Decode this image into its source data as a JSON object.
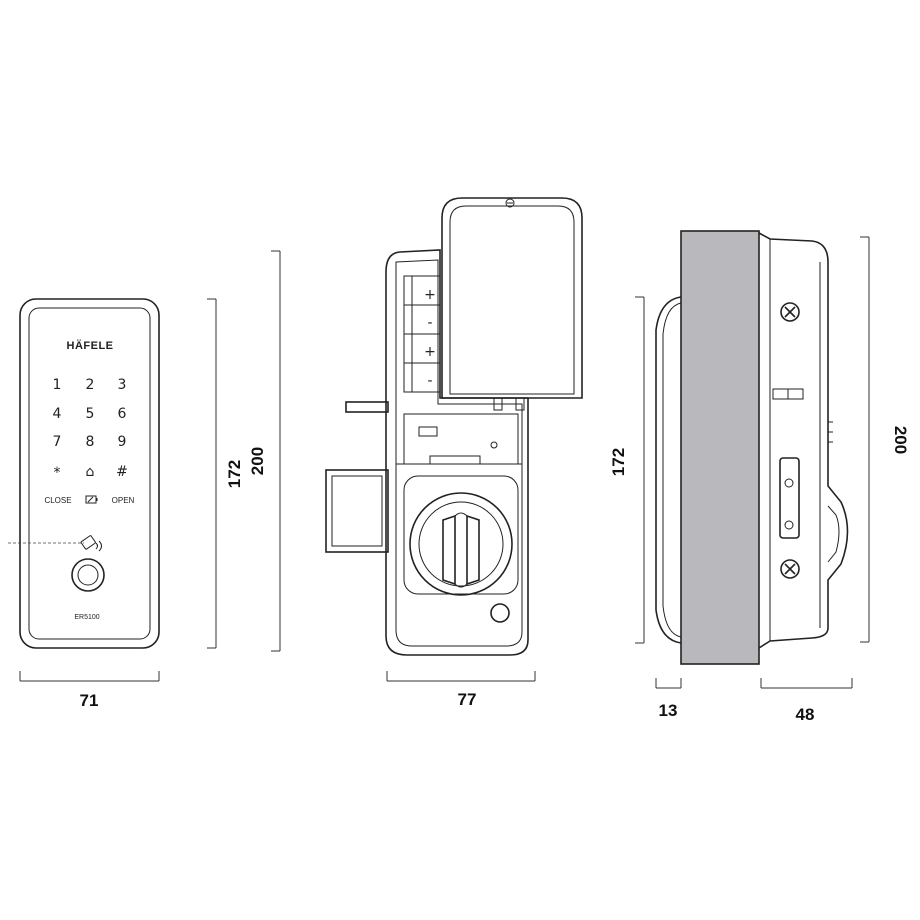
{
  "front_view": {
    "brand": "HÄFELE",
    "keys": [
      "1",
      "2",
      "3",
      "4",
      "5",
      "6",
      "7",
      "8",
      "9",
      "*",
      "⌂",
      "#"
    ],
    "close_label": "CLOSE",
    "open_label": "OPEN",
    "model": "ER5100",
    "width_label": "71",
    "height_outer_label": "200",
    "height_inner_label": "172"
  },
  "back_view": {
    "battery_signs": [
      "+",
      "-",
      "+",
      "-"
    ],
    "width_label": "77"
  },
  "side_view": {
    "height_left_label": "172",
    "height_right_label": "200",
    "thickness_label": "13",
    "depth_label": "48"
  },
  "colors": {
    "line": "#222222",
    "door_fill": "#b9b8bd"
  }
}
